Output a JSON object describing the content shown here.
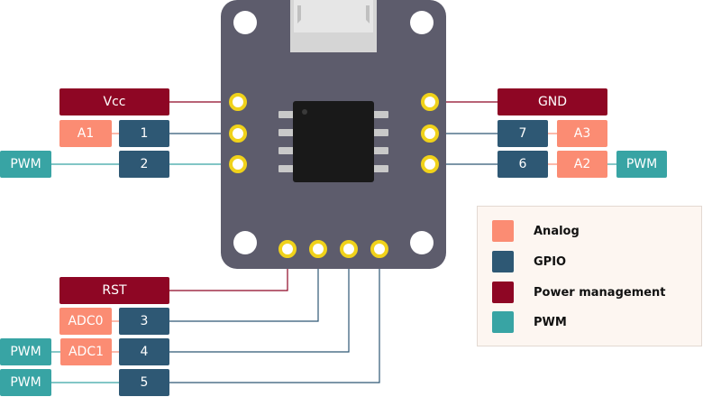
{
  "colors": {
    "power": "#8e0624",
    "gpio": "#2e5874",
    "analog": "#fb8c73",
    "pwm": "#38a4a4",
    "board": "#5d5c6c",
    "chip": "#191919",
    "pad": "#f0d21a"
  },
  "pins_left": {
    "vcc": "Vcc",
    "a1": "A1",
    "gpio1": "1",
    "gpio2": "2",
    "pwm2": "PWM"
  },
  "pins_right": {
    "gnd": "GND",
    "gpio7": "7",
    "a3": "A3",
    "gpio6": "6",
    "a2": "A2",
    "pwm6": "PWM"
  },
  "pins_bottom": {
    "rst": "RST",
    "adc0": "ADC0",
    "gpio3": "3",
    "pwm4": "PWM",
    "adc1": "ADC1",
    "gpio4": "4",
    "pwm5": "PWM",
    "gpio5": "5"
  },
  "legend": {
    "analog": "Analog",
    "gpio": "GPIO",
    "power": "Power management",
    "pwm": "PWM"
  }
}
